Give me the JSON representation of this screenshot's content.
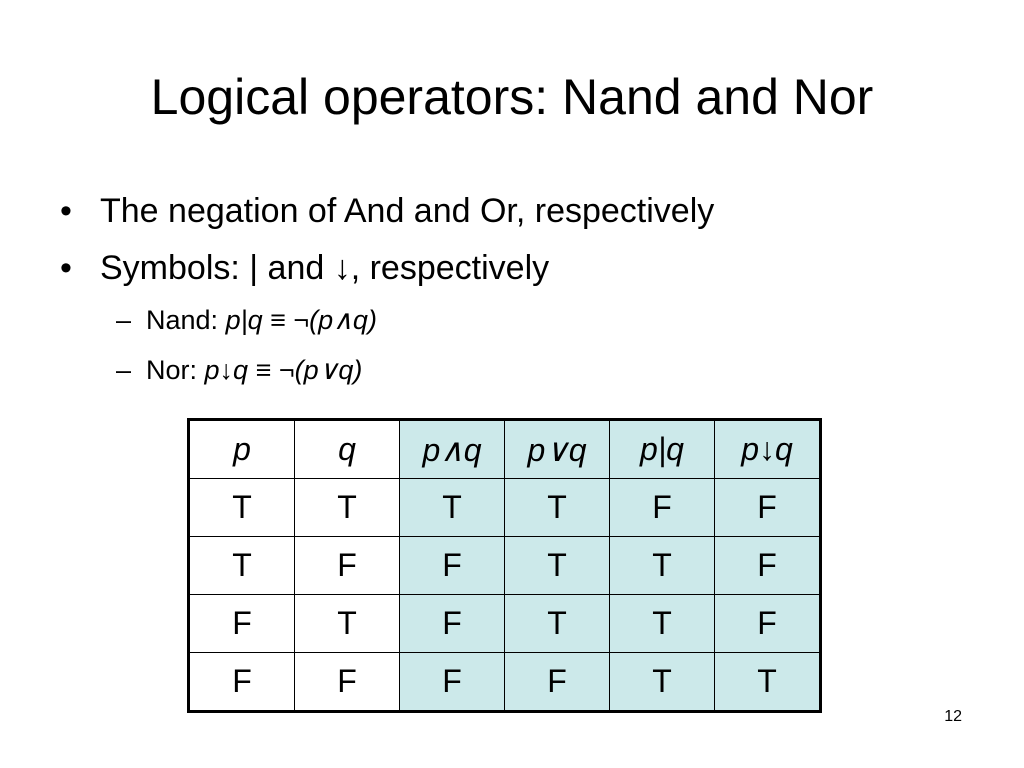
{
  "slide": {
    "title": "Logical operators: Nand and Nor",
    "page_number": "12"
  },
  "bullets": [
    {
      "marker": "•",
      "text": "The negation of And and Or, respectively"
    },
    {
      "marker": "•",
      "text": "Symbols: | and ↓, respectively"
    }
  ],
  "sub_bullets": [
    {
      "marker": "–",
      "label": "Nand:",
      "formula": "p|q ≡ ¬(p∧q)"
    },
    {
      "marker": "–",
      "label": "Nor:",
      "formula": "p↓q ≡ ¬(p∨q)"
    }
  ],
  "table": {
    "header": [
      "p",
      "q",
      "p∧q",
      "p∨q",
      "p|q",
      "p↓q"
    ],
    "rows": [
      [
        "T",
        "T",
        "T",
        "T",
        "F",
        "F"
      ],
      [
        "T",
        "F",
        "F",
        "T",
        "T",
        "F"
      ],
      [
        "F",
        "T",
        "F",
        "T",
        "T",
        "F"
      ],
      [
        "F",
        "F",
        "F",
        "F",
        "T",
        "T"
      ]
    ],
    "shaded_columns": [
      2,
      3,
      4,
      5
    ],
    "shade_color": "#cce9ea",
    "border_color": "#000000"
  }
}
